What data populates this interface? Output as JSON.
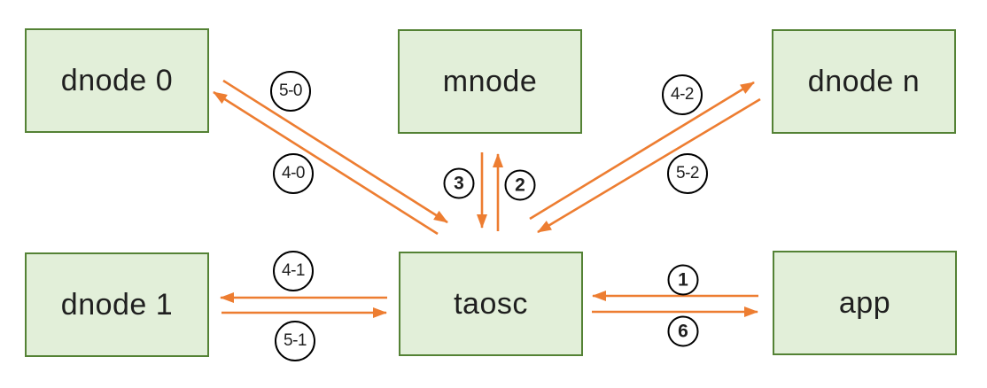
{
  "diagram": {
    "nodes": [
      {
        "id": "dnode0",
        "label": "dnode 0"
      },
      {
        "id": "mnode",
        "label": "mnode"
      },
      {
        "id": "dnoden",
        "label": "dnode n"
      },
      {
        "id": "dnode1",
        "label": "dnode 1"
      },
      {
        "id": "taosc",
        "label": "taosc"
      },
      {
        "id": "app",
        "label": "app"
      }
    ],
    "edges": [
      {
        "label": "5-0",
        "from": "dnode 0",
        "to": "taosc"
      },
      {
        "label": "4-0",
        "from": "taosc",
        "to": "dnode 0"
      },
      {
        "label": "3",
        "from": "mnode",
        "to": "taosc"
      },
      {
        "label": "2",
        "from": "taosc",
        "to": "mnode"
      },
      {
        "label": "4-2",
        "from": "taosc",
        "to": "dnode n"
      },
      {
        "label": "5-2",
        "from": "dnode n",
        "to": "taosc"
      },
      {
        "label": "4-1",
        "from": "taosc",
        "to": "dnode 1"
      },
      {
        "label": "5-1",
        "from": "dnode 1",
        "to": "taosc"
      },
      {
        "label": "1",
        "from": "app",
        "to": "taosc"
      },
      {
        "label": "6",
        "from": "taosc",
        "to": "app"
      }
    ],
    "colors": {
      "node_fill": "#e2efd9",
      "node_border": "#548235",
      "arrow": "#ed7d31",
      "badge_border": "#000000",
      "text": "#1f1f1f"
    }
  }
}
